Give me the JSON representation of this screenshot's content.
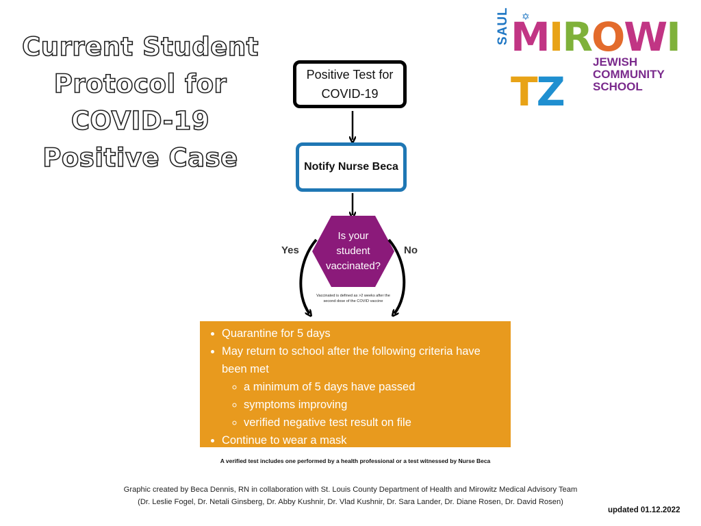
{
  "title": {
    "lines": [
      "Current Student",
      "Protocol for",
      "COVID-19",
      "Positive Case"
    ]
  },
  "logo": {
    "saul": "SAUL",
    "star": "✡",
    "letters": [
      {
        "ch": "M",
        "color": "#c13584"
      },
      {
        "ch": "I",
        "color": "#e8a317"
      },
      {
        "ch": "R",
        "color": "#7fb13a"
      },
      {
        "ch": "O",
        "color": "#e36b2c"
      },
      {
        "ch": "W",
        "color": "#c13584"
      },
      {
        "ch": "I",
        "color": "#7fb13a"
      },
      {
        "ch": "T",
        "color": "#e8a317"
      },
      {
        "ch": "Z",
        "color": "#1f8fd0"
      }
    ],
    "sub_lines": [
      "JEWISH",
      "COMMUNITY",
      "SCHOOL"
    ]
  },
  "flow": {
    "step1": [
      "Positive Test for",
      "COVID-19"
    ],
    "step2": "Notify Nurse Beca",
    "decision": [
      "Is your",
      "student",
      "vaccinated?"
    ],
    "yes": "Yes",
    "no": "No",
    "vaccinated_note": "Vaccinated is defined as >2 weeks after the second dose of the COVID vaccine"
  },
  "protocol": {
    "item1": "Quarantine for 5 days",
    "item2": "May return to school after the following criteria have been met",
    "criteria": [
      "a minimum of 5 days have passed",
      "symptoms improving",
      "verified negative test result on file"
    ],
    "item3": "Continue to wear a mask"
  },
  "verified_note": "A verified test includes one performed by a health professional or a test witnessed by Nurse Beca",
  "credits": [
    "Graphic created by Beca Dennis, RN in collaboration with St. Louis County Department of Health and Mirowitz Medical Advisory Team",
    "(Dr. Leslie Fogel, Dr. Netali Ginsberg, Dr. Abby Kushnir, Dr. Vlad Kushnir, Dr. Sara Lander, Dr. Diane Rosen, Dr. David Rosen)"
  ],
  "updated": "updated 01.12.2022",
  "colors": {
    "step2_border": "#1f77b4",
    "decision_fill": "#8b1a7a",
    "protocol_fill": "#e89a1e"
  }
}
